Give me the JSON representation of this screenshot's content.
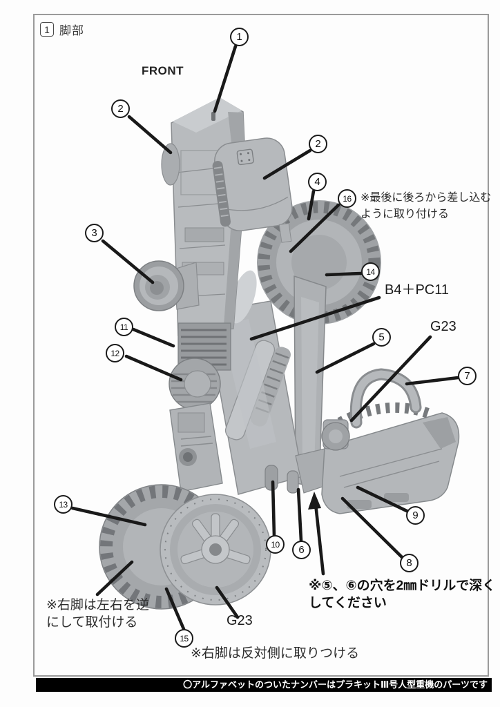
{
  "header": {
    "step_number": "1",
    "step_title": "脚部"
  },
  "illustration": {
    "front_label": "FRONT",
    "subject": "mechanical-leg-assembly-photo"
  },
  "callouts": [
    {
      "id": "1",
      "label": "1"
    },
    {
      "id": "2a",
      "label": "2"
    },
    {
      "id": "2b",
      "label": "2"
    },
    {
      "id": "3",
      "label": "3"
    },
    {
      "id": "4",
      "label": "4"
    },
    {
      "id": "5",
      "label": "5"
    },
    {
      "id": "6",
      "label": "6"
    },
    {
      "id": "7",
      "label": "7"
    },
    {
      "id": "8",
      "label": "8"
    },
    {
      "id": "9",
      "label": "9"
    },
    {
      "id": "10",
      "label": "10"
    },
    {
      "id": "11",
      "label": "11"
    },
    {
      "id": "12",
      "label": "12"
    },
    {
      "id": "13",
      "label": "13"
    },
    {
      "id": "14",
      "label": "14"
    },
    {
      "id": "15",
      "label": "15"
    },
    {
      "id": "16",
      "label": "16"
    }
  ],
  "part_labels": {
    "b4_pc11": "B4＋PC11",
    "g23_right": "G23",
    "g23_bottom": "G23"
  },
  "notes": {
    "insert_from_rear": "※最後に後ろから差し込むように取り付ける",
    "drill": "※⑤、⑥の穴を2㎜ドリルで深くしてください",
    "left_leg": "※右脚は左右を逆にして取付ける",
    "right_leg": "※右脚は反対側に取りつける"
  },
  "footer": {
    "note": "〇アルファベットのついたナンバーはプラキットⅢ号人型重機のパーツです"
  },
  "colors": {
    "plastic": "#b5b8bb",
    "plastic_dark": "#8e9194",
    "tire": "#73767a",
    "leader_line": "#191919",
    "frame_border": "#9a9a9a",
    "footer_bg": "#000000",
    "footer_text": "#ffffff"
  }
}
